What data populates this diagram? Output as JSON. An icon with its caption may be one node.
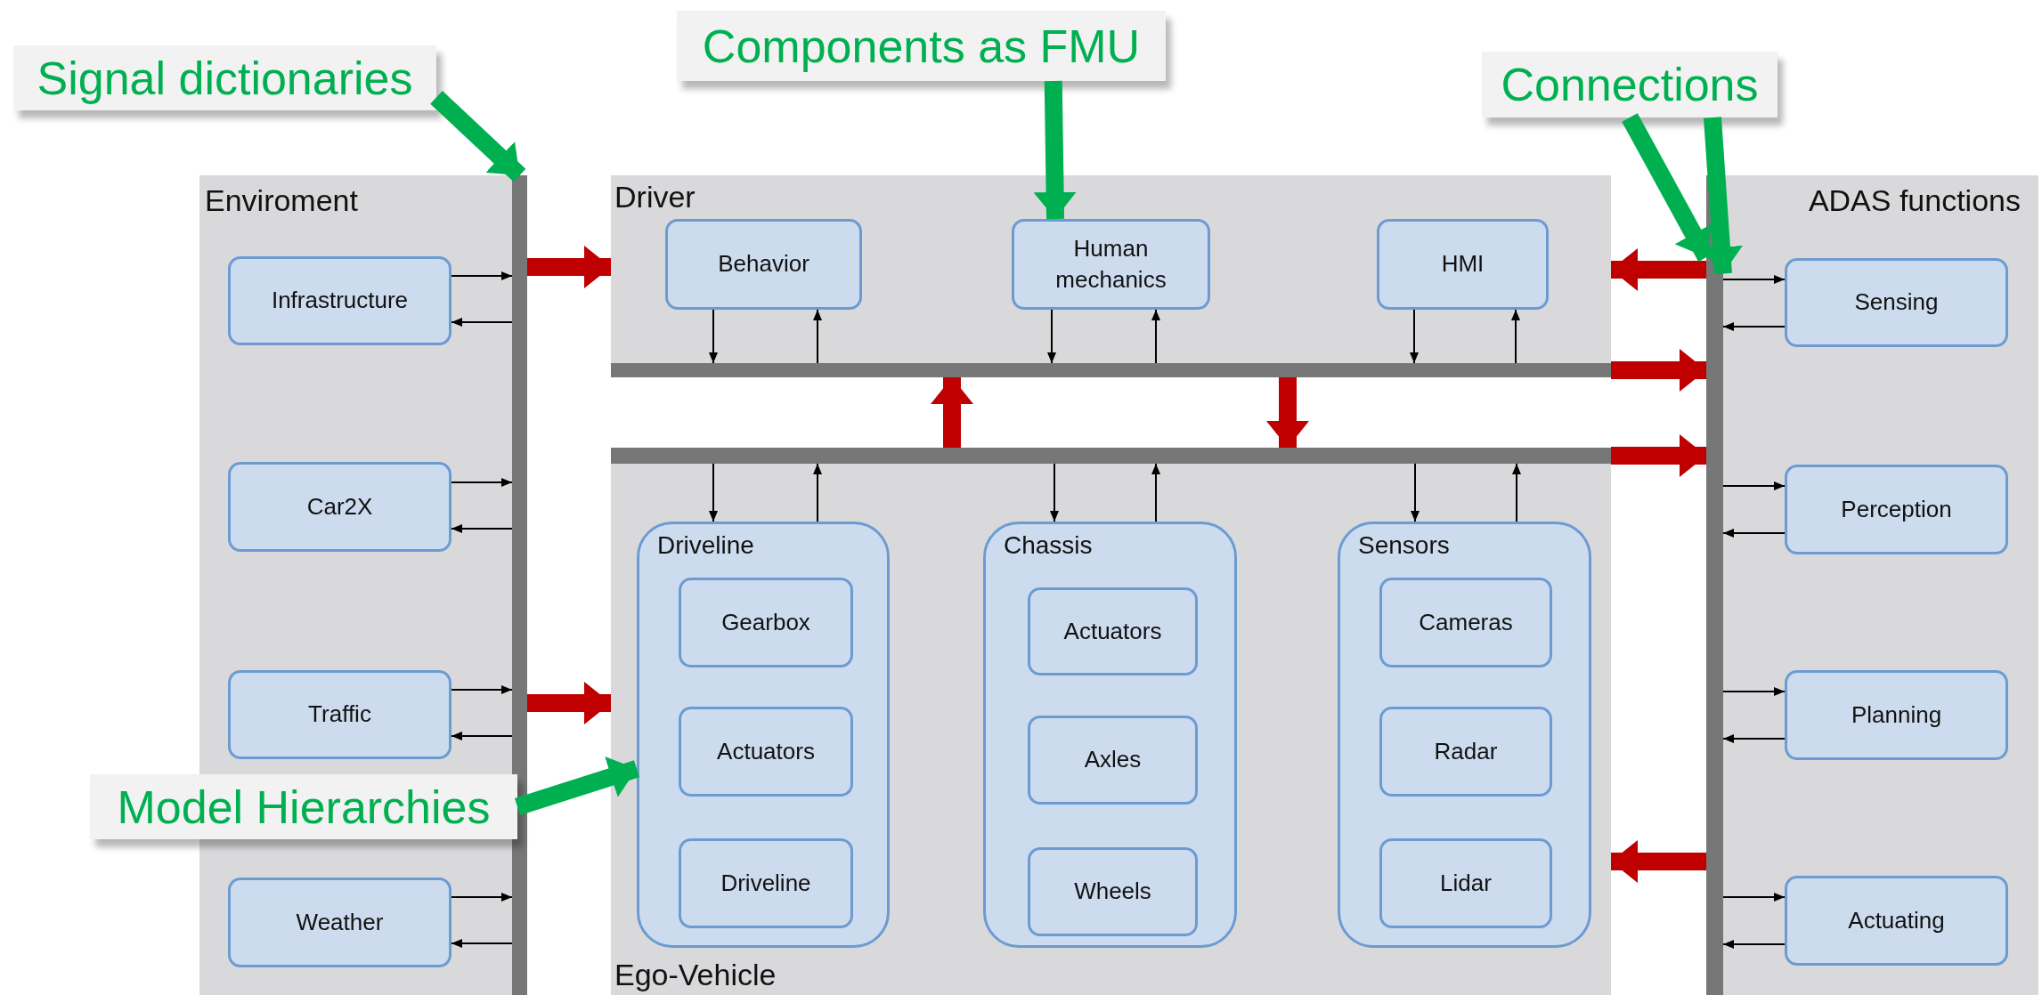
{
  "diagram": {
    "nodes": [
      {
        "text": [
          "Enviroment"
        ]
      },
      {
        "text": [],
        "shape": "bar",
        "in": 0
      },
      {
        "text": [
          "Infrastructure"
        ],
        "in": 0
      },
      {
        "text": [
          "Car2X"
        ],
        "in": 0
      },
      {
        "text": [
          "Traffic"
        ],
        "in": 0
      },
      {
        "text": [
          "Weather"
        ],
        "in": 0
      },
      {
        "text": [
          "Driver"
        ]
      },
      {
        "text": [
          "Behavior"
        ],
        "in": 6
      },
      {
        "text": [
          "Human mechanics"
        ],
        "in": 6
      },
      {
        "text": [
          "HMI"
        ],
        "in": 6
      },
      {
        "text": [],
        "shape": "bar",
        "in": 6
      },
      {
        "text": [
          "Ego-Vehicle"
        ]
      },
      {
        "text": [],
        "shape": "bar",
        "in": 11
      },
      {
        "text": [
          "Driveline"
        ],
        "in": 11
      },
      {
        "text": [
          "Gearbox"
        ],
        "in": 13
      },
      {
        "text": [
          "Actuators"
        ],
        "in": 13
      },
      {
        "text": [
          "Driveline"
        ],
        "in": 13
      },
      {
        "text": [
          "Chassis"
        ],
        "in": 11
      },
      {
        "text": [
          "Actuators"
        ],
        "in": 17
      },
      {
        "text": [
          "Axles"
        ],
        "in": 17
      },
      {
        "text": [
          "Wheels"
        ],
        "in": 17
      },
      {
        "text": [
          "Sensors"
        ],
        "in": 11
      },
      {
        "text": [
          "Cameras"
        ],
        "in": 21
      },
      {
        "text": [
          "Radar"
        ],
        "in": 21
      },
      {
        "text": [
          "Lidar"
        ],
        "in": 21
      },
      {
        "text": [
          "ADAS functions"
        ]
      },
      {
        "text": [],
        "shape": "bar",
        "in": 25
      },
      {
        "text": [
          "Sensing"
        ],
        "in": 25
      },
      {
        "text": [
          "Perception"
        ],
        "in": 25
      },
      {
        "text": [
          "Planning"
        ],
        "in": 25
      },
      {
        "text": [
          "Actuating"
        ],
        "in": 25
      },
      {
        "text": [
          "Signal dictionaries"
        ]
      },
      {
        "text": [
          "Components as FMU"
        ]
      },
      {
        "text": [
          "Connections"
        ]
      },
      {
        "text": [
          "Model Hierarchies"
        ]
      }
    ],
    "edges": [
      {
        "from": 2,
        "to": 1,
        "arrow": "to"
      },
      {
        "from": 1,
        "to": 2,
        "arrow": "to"
      },
      {
        "from": 3,
        "to": 1,
        "arrow": "to"
      },
      {
        "from": 1,
        "to": 3,
        "arrow": "to"
      },
      {
        "from": 4,
        "to": 1,
        "arrow": "to"
      },
      {
        "from": 1,
        "to": 4,
        "arrow": "to"
      },
      {
        "from": 5,
        "to": 1,
        "arrow": "to"
      },
      {
        "from": 1,
        "to": 5,
        "arrow": "to"
      },
      {
        "from": 7,
        "to": 10,
        "arrow": "to"
      },
      {
        "from": 10,
        "to": 7,
        "arrow": "to"
      },
      {
        "from": 8,
        "to": 10,
        "arrow": "to"
      },
      {
        "from": 10,
        "to": 8,
        "arrow": "to"
      },
      {
        "from": 9,
        "to": 10,
        "arrow": "to"
      },
      {
        "from": 10,
        "to": 9,
        "arrow": "to"
      },
      {
        "from": 12,
        "to": 13,
        "arrow": "to"
      },
      {
        "from": 13,
        "to": 12,
        "arrow": "to"
      },
      {
        "from": 12,
        "to": 17,
        "arrow": "to"
      },
      {
        "from": 17,
        "to": 12,
        "arrow": "to"
      },
      {
        "from": 12,
        "to": 21,
        "arrow": "to"
      },
      {
        "from": 21,
        "to": 12,
        "arrow": "to"
      },
      {
        "from": 26,
        "to": 27,
        "arrow": "to"
      },
      {
        "from": 27,
        "to": 26,
        "arrow": "to"
      },
      {
        "from": 26,
        "to": 28,
        "arrow": "to"
      },
      {
        "from": 28,
        "to": 26,
        "arrow": "to"
      },
      {
        "from": 26,
        "to": 29,
        "arrow": "to"
      },
      {
        "from": 29,
        "to": 26,
        "arrow": "to"
      },
      {
        "from": 26,
        "to": 30,
        "arrow": "to"
      },
      {
        "from": 30,
        "to": 26,
        "arrow": "to"
      },
      {
        "from": 1,
        "to": 6,
        "arrow": "to",
        "style": "thick",
        "color": "#c00000"
      },
      {
        "from": 1,
        "to": 11,
        "arrow": "to",
        "style": "thick",
        "color": "#c00000"
      },
      {
        "from": 12,
        "to": 10,
        "arrow": "to",
        "style": "thick",
        "color": "#c00000"
      },
      {
        "from": 10,
        "to": 12,
        "arrow": "to",
        "style": "thick",
        "color": "#c00000"
      },
      {
        "from": 10,
        "to": 26,
        "arrow": "to",
        "style": "thick",
        "color": "#c00000"
      },
      {
        "from": 12,
        "to": 26,
        "arrow": "to",
        "style": "thick",
        "color": "#c00000"
      },
      {
        "from": 26,
        "to": 6,
        "arrow": "to",
        "style": "thick",
        "color": "#c00000"
      },
      {
        "from": 26,
        "to": 11,
        "arrow": "to",
        "style": "thick",
        "color": "#c00000"
      },
      {
        "from": 31,
        "to": 1,
        "arrow": "to",
        "style": "thick",
        "color": "#00b050"
      },
      {
        "from": 32,
        "to": 8,
        "arrow": "to",
        "style": "thick",
        "color": "#00b050"
      },
      {
        "from": 33,
        "to": 26,
        "arrow": "to",
        "style": "thick",
        "color": "#00b050"
      },
      {
        "from": 33,
        "to": 26,
        "arrow": "to",
        "style": "thick",
        "color": "#00b050"
      },
      {
        "from": 34,
        "to": 13,
        "arrow": "to",
        "style": "thick",
        "color": "#00b050"
      }
    ]
  }
}
